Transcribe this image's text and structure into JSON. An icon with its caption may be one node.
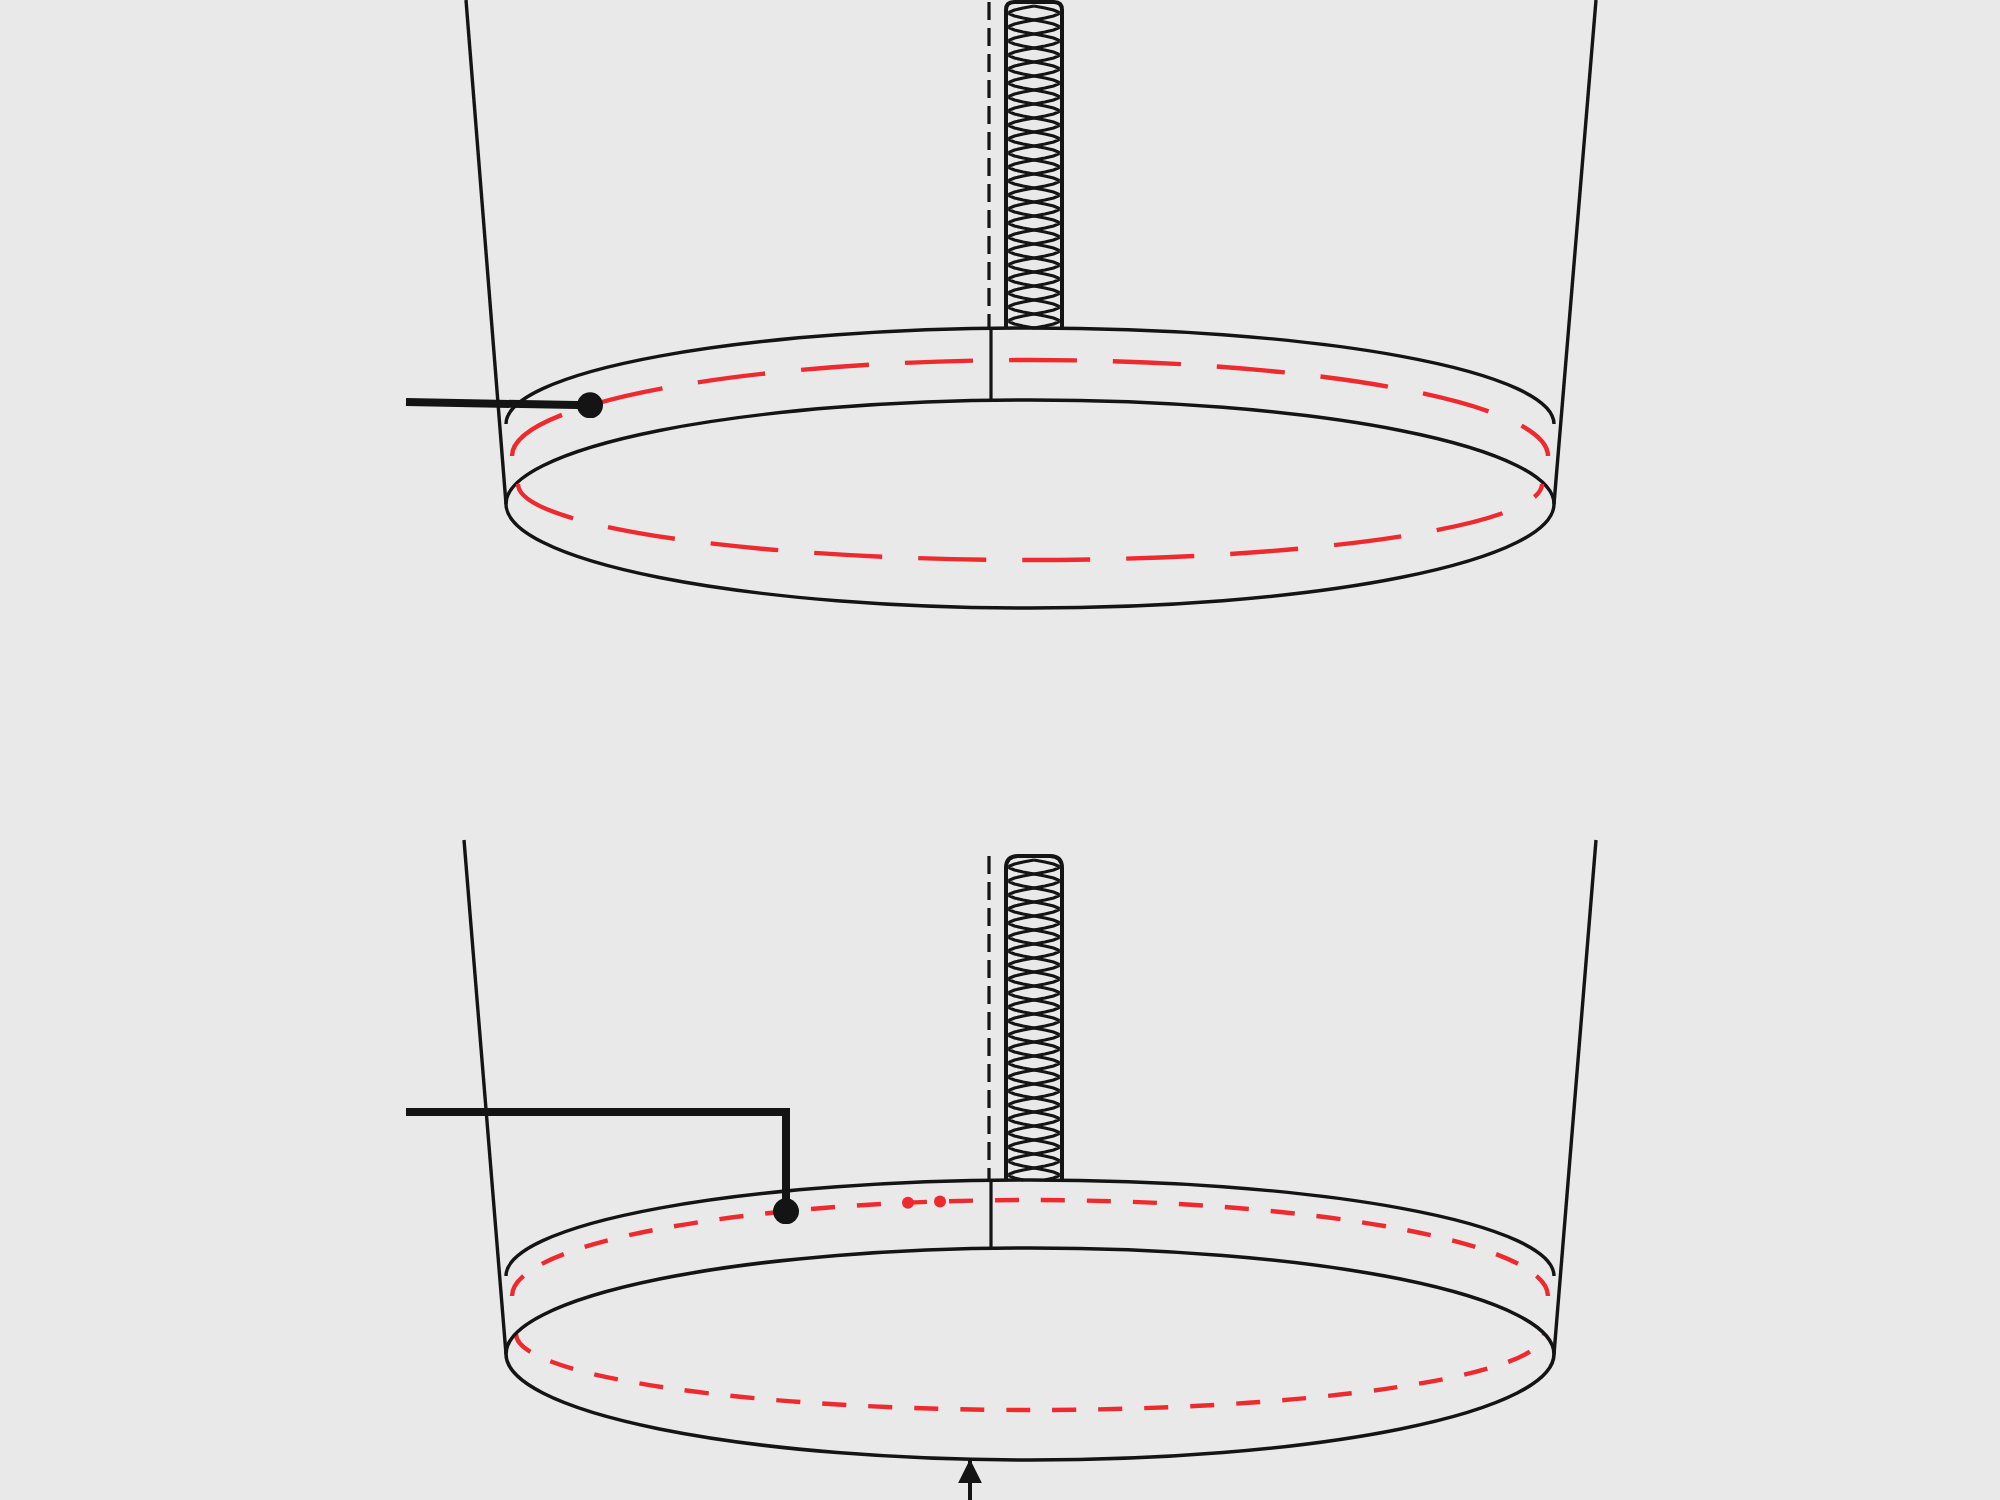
{
  "diagram": {
    "nodes": [
      {
        "text": [],
        "shape": "line"
      },
      {
        "text": [],
        "shape": "line"
      },
      {
        "text": [],
        "shape": "line"
      }
    ],
    "edges": [
      {
        "from": null,
        "to": 0,
        "arrow": "other"
      },
      {
        "from": null,
        "to": 1,
        "arrow": "other"
      },
      {
        "from": null,
        "to": 2,
        "arrow": "to"
      }
    ]
  }
}
